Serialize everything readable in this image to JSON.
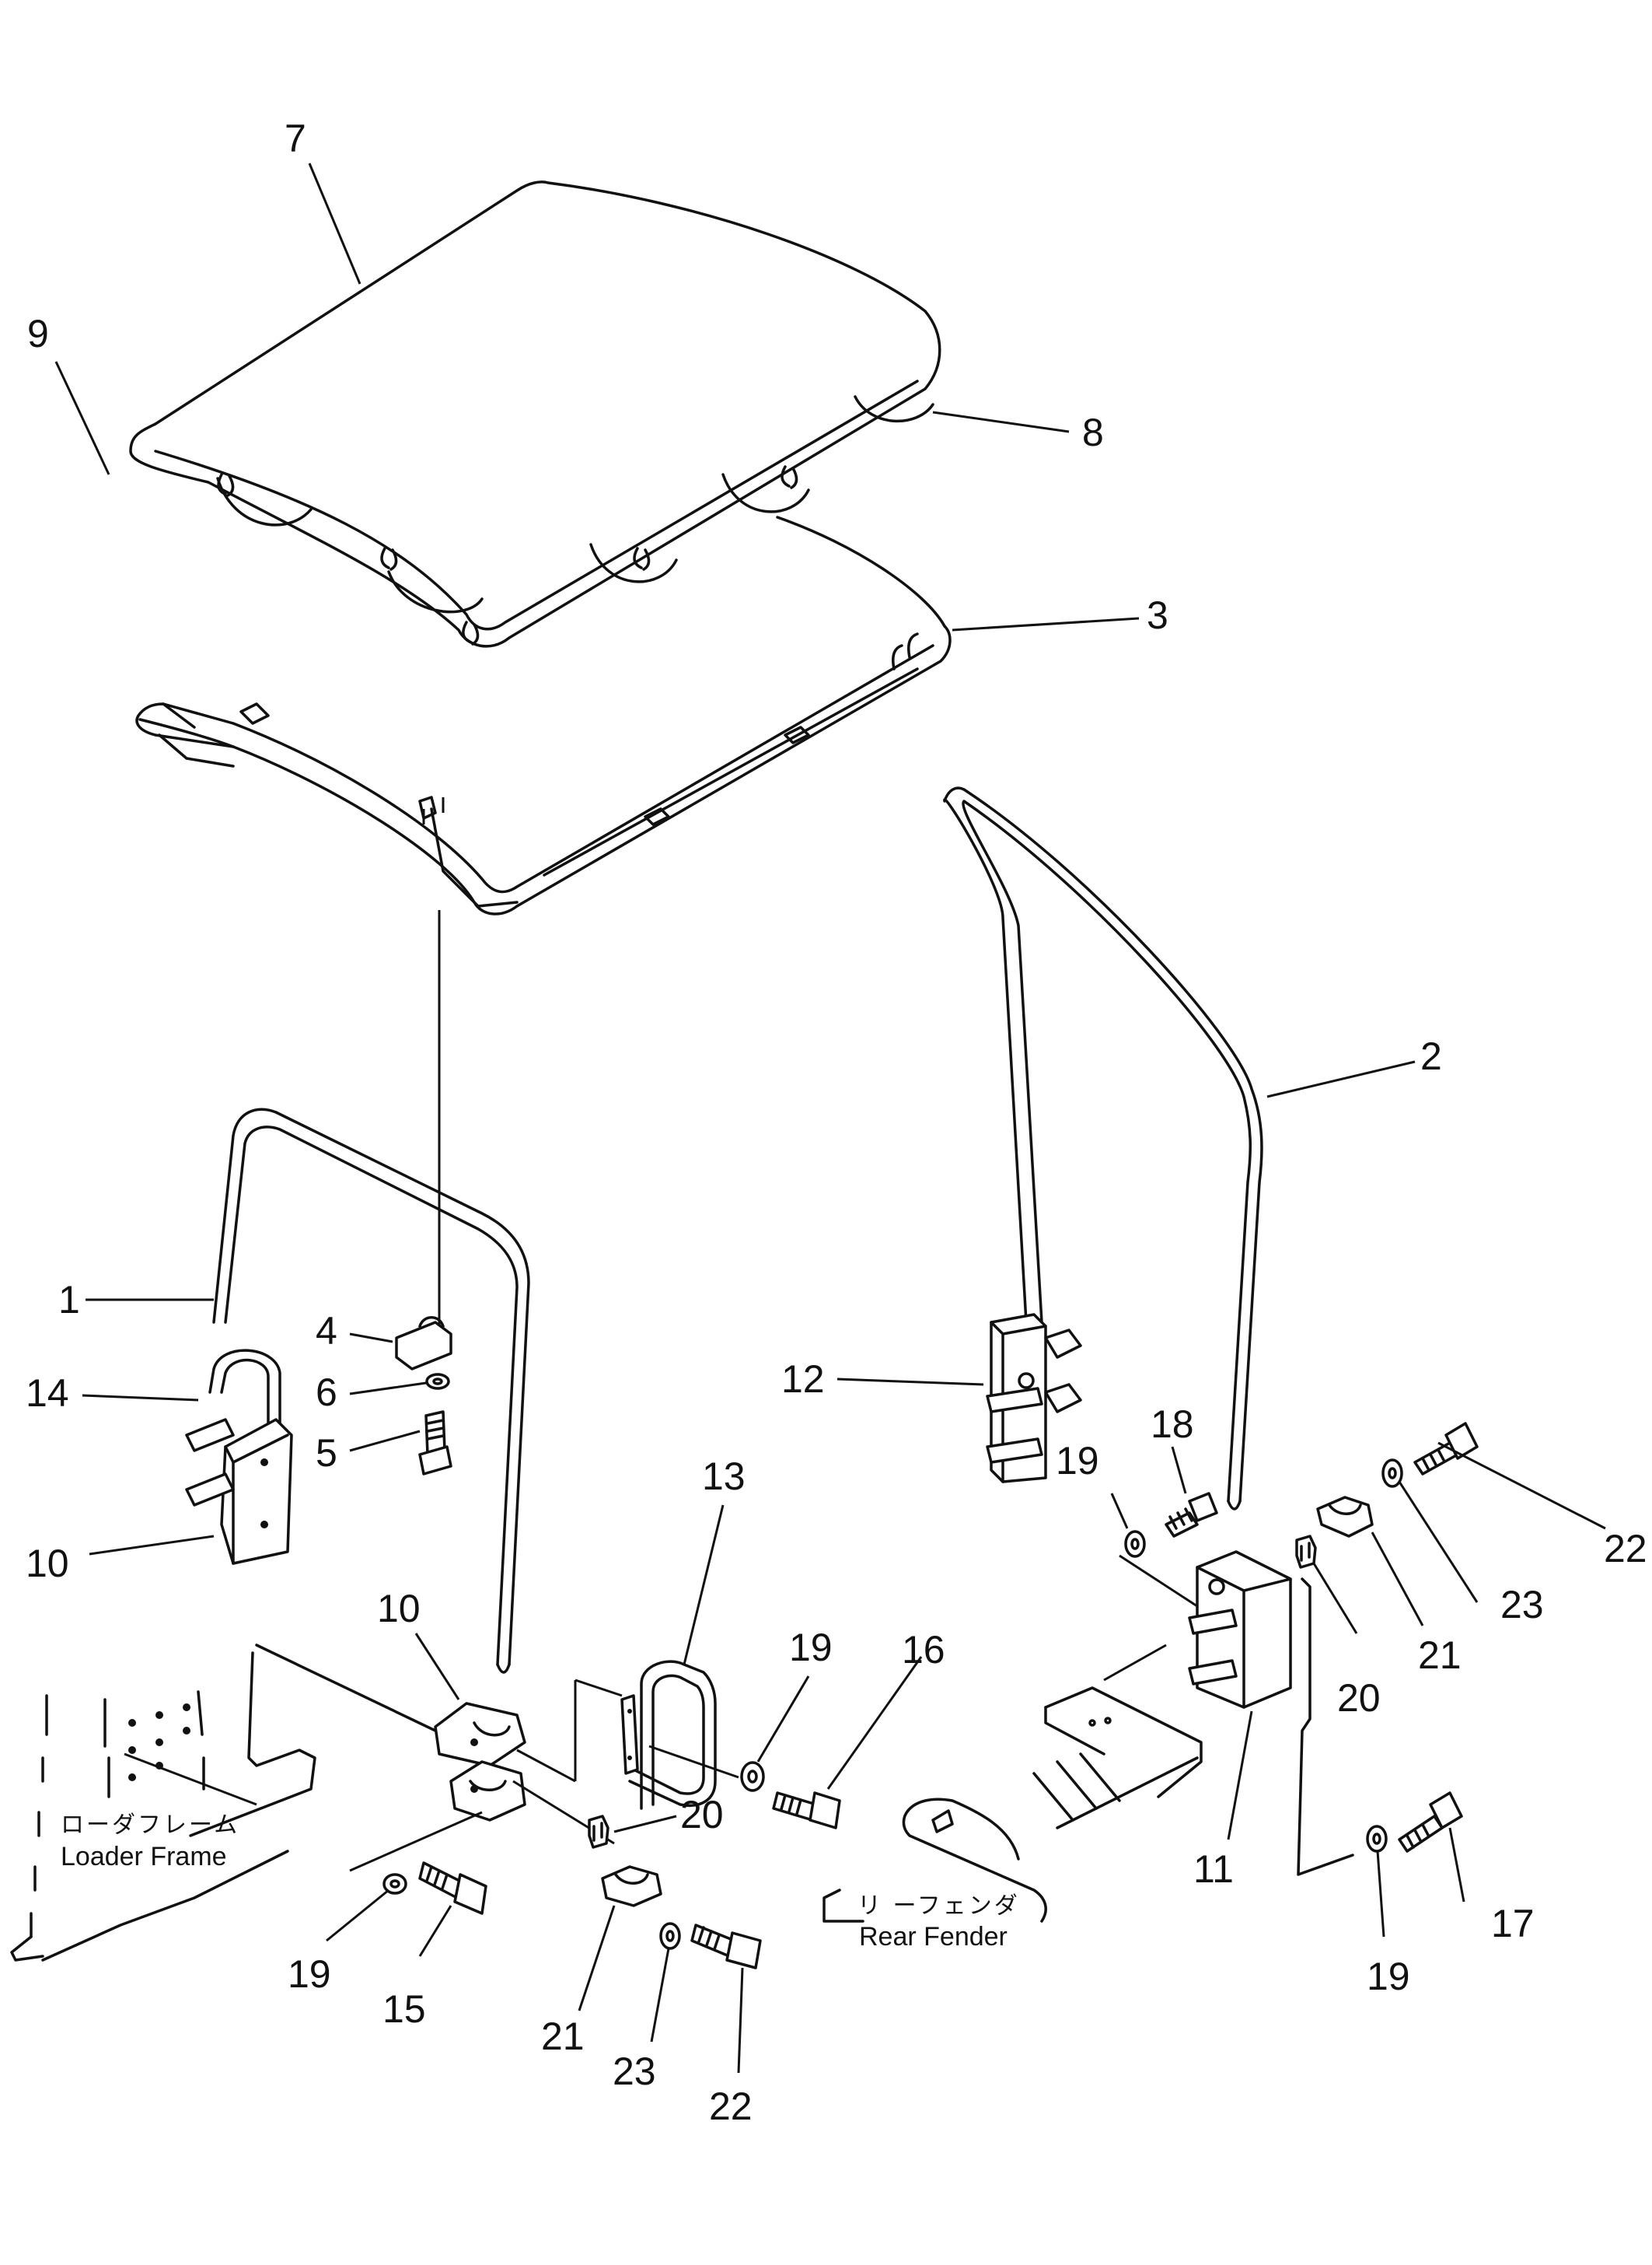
{
  "part_labels": {
    "p1": "1",
    "p2": "2",
    "p3": "3",
    "p4": "4",
    "p5": "5",
    "p6": "6",
    "p7": "7",
    "p8": "8",
    "p9": "9",
    "p10a": "10",
    "p10b": "10",
    "p11": "11",
    "p12": "12",
    "p13": "13",
    "p14": "14",
    "p15": "15",
    "p16": "16",
    "p17": "17",
    "p18": "18",
    "p19a": "19",
    "p19b": "19",
    "p19c": "19",
    "p19d": "19",
    "p20a": "20",
    "p20b": "20",
    "p21a": "21",
    "p21b": "21",
    "p22a": "22",
    "p22b": "22",
    "p23a": "23",
    "p23b": "23"
  },
  "callouts": {
    "loader_frame_jp": "ローダフレーム",
    "loader_frame_en": "Loader Frame",
    "rear_fender_jp": "リ ーフェンダ",
    "rear_fender_en": "Rear Fender"
  }
}
